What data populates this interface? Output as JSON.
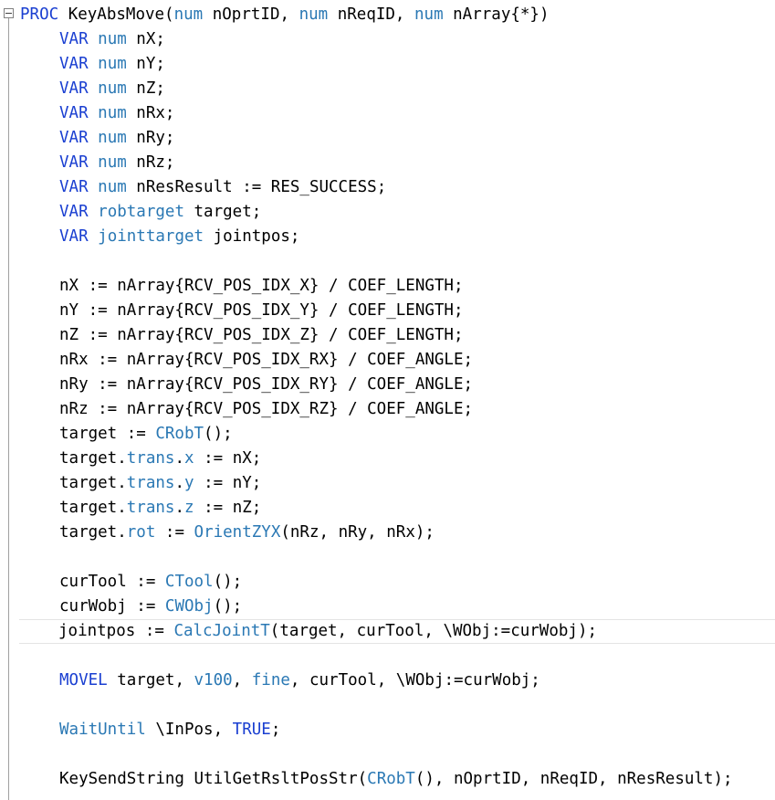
{
  "editor": {
    "language": "RAPID",
    "lines": [
      [
        {
          "t": "PROC",
          "c": "kw"
        },
        {
          "t": " KeyAbsMove("
        },
        {
          "t": "num",
          "c": "ty"
        },
        {
          "t": " nOprtID, "
        },
        {
          "t": "num",
          "c": "ty"
        },
        {
          "t": " nReqID, "
        },
        {
          "t": "num",
          "c": "ty"
        },
        {
          "t": " nArray{*})"
        }
      ],
      [
        {
          "i": 1
        },
        {
          "t": "VAR",
          "c": "kw"
        },
        {
          "t": " "
        },
        {
          "t": "num",
          "c": "ty"
        },
        {
          "t": " nX;"
        }
      ],
      [
        {
          "i": 1
        },
        {
          "t": "VAR",
          "c": "kw"
        },
        {
          "t": " "
        },
        {
          "t": "num",
          "c": "ty"
        },
        {
          "t": " nY;"
        }
      ],
      [
        {
          "i": 1
        },
        {
          "t": "VAR",
          "c": "kw"
        },
        {
          "t": " "
        },
        {
          "t": "num",
          "c": "ty"
        },
        {
          "t": " nZ;"
        }
      ],
      [
        {
          "i": 1
        },
        {
          "t": "VAR",
          "c": "kw"
        },
        {
          "t": " "
        },
        {
          "t": "num",
          "c": "ty"
        },
        {
          "t": " nRx;"
        }
      ],
      [
        {
          "i": 1
        },
        {
          "t": "VAR",
          "c": "kw"
        },
        {
          "t": " "
        },
        {
          "t": "num",
          "c": "ty"
        },
        {
          "t": " nRy;"
        }
      ],
      [
        {
          "i": 1
        },
        {
          "t": "VAR",
          "c": "kw"
        },
        {
          "t": " "
        },
        {
          "t": "num",
          "c": "ty"
        },
        {
          "t": " nRz;"
        }
      ],
      [
        {
          "i": 1
        },
        {
          "t": "VAR",
          "c": "kw"
        },
        {
          "t": " "
        },
        {
          "t": "num",
          "c": "ty"
        },
        {
          "t": " nResResult := RES_SUCCESS;"
        }
      ],
      [
        {
          "i": 1
        },
        {
          "t": "VAR",
          "c": "kw"
        },
        {
          "t": " "
        },
        {
          "t": "robtarget",
          "c": "ty"
        },
        {
          "t": " target;"
        }
      ],
      [
        {
          "i": 1
        },
        {
          "t": "VAR",
          "c": "kw"
        },
        {
          "t": " "
        },
        {
          "t": "jointtarget",
          "c": "ty"
        },
        {
          "t": " jointpos;"
        }
      ],
      [],
      [
        {
          "i": 1
        },
        {
          "t": "nX := nArray{RCV_POS_IDX_X} / COEF_LENGTH;"
        }
      ],
      [
        {
          "i": 1
        },
        {
          "t": "nY := nArray{RCV_POS_IDX_Y} / COEF_LENGTH;"
        }
      ],
      [
        {
          "i": 1
        },
        {
          "t": "nZ := nArray{RCV_POS_IDX_Z} / COEF_LENGTH;"
        }
      ],
      [
        {
          "i": 1
        },
        {
          "t": "nRx := nArray{RCV_POS_IDX_RX} / COEF_ANGLE;"
        }
      ],
      [
        {
          "i": 1
        },
        {
          "t": "nRy := nArray{RCV_POS_IDX_RY} / COEF_ANGLE;"
        }
      ],
      [
        {
          "i": 1
        },
        {
          "t": "nRz := nArray{RCV_POS_IDX_RZ} / COEF_ANGLE;"
        }
      ],
      [
        {
          "i": 1
        },
        {
          "t": "target := "
        },
        {
          "t": "CRobT",
          "c": "fn"
        },
        {
          "t": "();"
        }
      ],
      [
        {
          "i": 1
        },
        {
          "t": "target."
        },
        {
          "t": "trans",
          "c": "fn"
        },
        {
          "t": "."
        },
        {
          "t": "x",
          "c": "fn"
        },
        {
          "t": " := nX;"
        }
      ],
      [
        {
          "i": 1
        },
        {
          "t": "target."
        },
        {
          "t": "trans",
          "c": "fn"
        },
        {
          "t": "."
        },
        {
          "t": "y",
          "c": "fn"
        },
        {
          "t": " := nY;"
        }
      ],
      [
        {
          "i": 1
        },
        {
          "t": "target."
        },
        {
          "t": "trans",
          "c": "fn"
        },
        {
          "t": "."
        },
        {
          "t": "z",
          "c": "fn"
        },
        {
          "t": " := nZ;"
        }
      ],
      [
        {
          "i": 1
        },
        {
          "t": "target."
        },
        {
          "t": "rot",
          "c": "fn"
        },
        {
          "t": " := "
        },
        {
          "t": "OrientZYX",
          "c": "fn"
        },
        {
          "t": "(nRz, nRy, nRx);"
        }
      ],
      [],
      [
        {
          "i": 1
        },
        {
          "t": "curTool := "
        },
        {
          "t": "CTool",
          "c": "fn"
        },
        {
          "t": "();"
        }
      ],
      [
        {
          "i": 1
        },
        {
          "t": "curWobj := "
        },
        {
          "t": "CWObj",
          "c": "fn"
        },
        {
          "t": "();"
        }
      ],
      [
        {
          "i": 1
        },
        {
          "t": "jointpos := "
        },
        {
          "t": "CalcJointT",
          "c": "fn"
        },
        {
          "t": "(target, curTool, \\WObj:=curWobj);"
        }
      ],
      [],
      [
        {
          "i": 1
        },
        {
          "t": "MOVEL",
          "c": "kw"
        },
        {
          "t": " target, "
        },
        {
          "t": "v100",
          "c": "fn"
        },
        {
          "t": ", "
        },
        {
          "t": "fine",
          "c": "fn"
        },
        {
          "t": ", curTool, \\WObj:=curWobj;"
        }
      ],
      [],
      [
        {
          "i": 1
        },
        {
          "t": "WaitUntil",
          "c": "fn"
        },
        {
          "t": " \\InPos, "
        },
        {
          "t": "TRUE",
          "c": "kw"
        },
        {
          "t": ";"
        }
      ],
      [],
      [
        {
          "i": 1
        },
        {
          "t": "KeySendString UtilGetRsltPosStr("
        },
        {
          "t": "CRobT",
          "c": "fn"
        },
        {
          "t": "(), nOprtID, nReqID, nResResult);"
        }
      ]
    ],
    "current_line": 25,
    "fold_marker": "collapse-minus",
    "colors": {
      "keyword": "#1a3fd1",
      "type": "#2a78b4",
      "function": "#2a78b4",
      "text": "#000000",
      "background": "#ffffff"
    }
  }
}
